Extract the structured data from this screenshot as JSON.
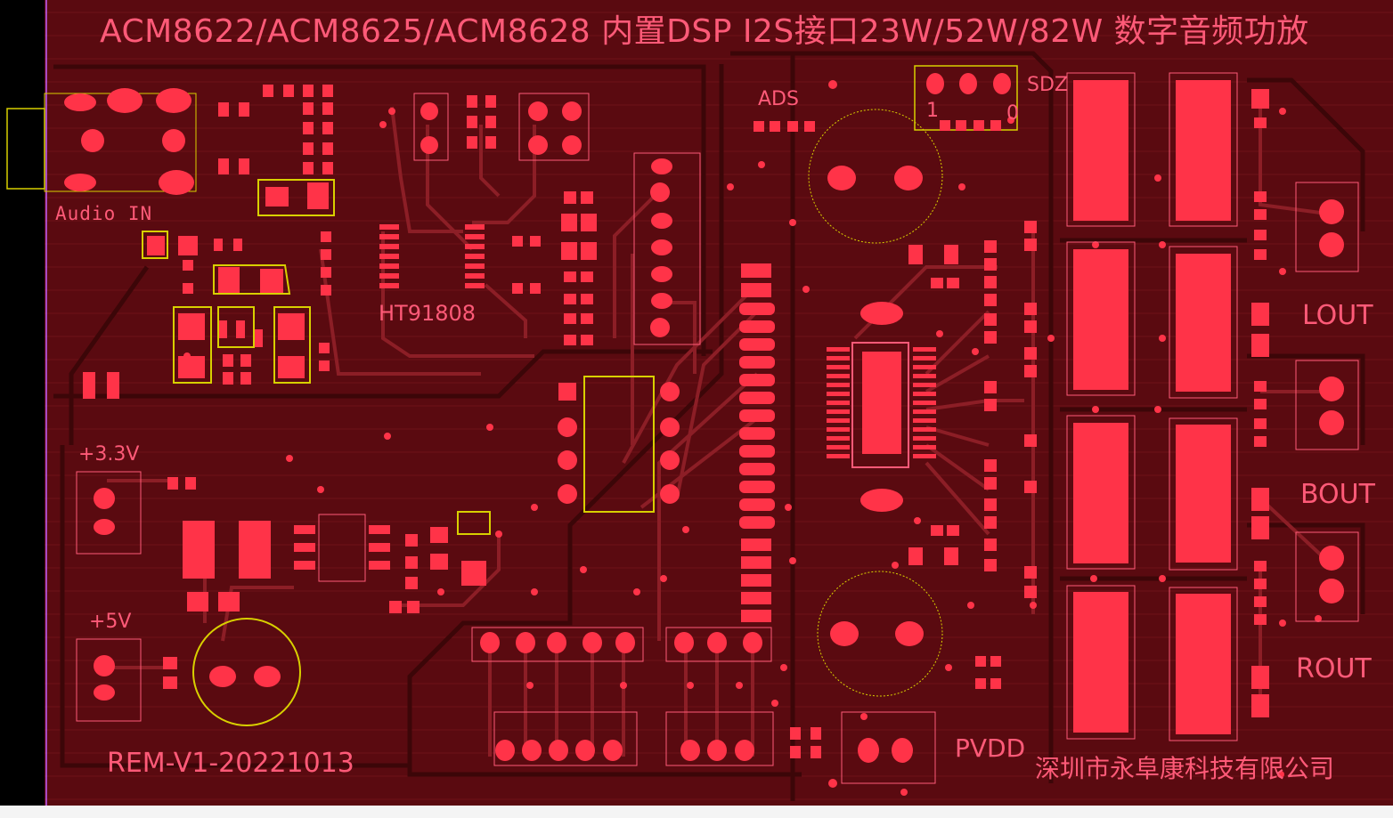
{
  "title": "ACM8622/ACM8625/ACM8628 内置DSP I2S接口23W/52W/82W 数字音频功放",
  "labels": {
    "audio_in": "Audio IN",
    "ht91808": "HT91808",
    "ads": "ADS",
    "sdz": "SDZ",
    "sdz_one": "1",
    "sdz_zero": "0",
    "v33": "+3.3V",
    "v5": "+5V",
    "lout": "LOUT",
    "bout": "BOUT",
    "rout": "ROUT",
    "pvdd": "PVDD",
    "version": "REM-V1-20221013",
    "company": "深圳市永阜康科技有限公司"
  },
  "colors": {
    "board": "#5a0a10",
    "board_dark": "#3c0608",
    "copper": "#8c1e26",
    "pad": "#ff3348",
    "silkscreen": "#ff5a78",
    "outline_yellow": "#d8d000",
    "board_edge": "#c060ff"
  }
}
